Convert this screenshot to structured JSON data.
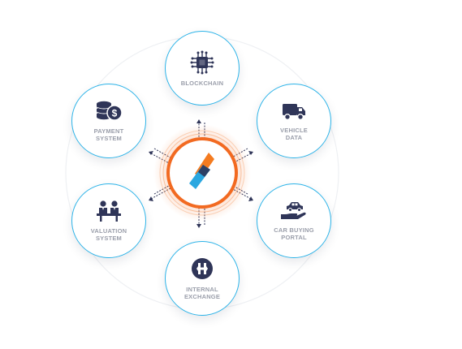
{
  "nodes": [
    {
      "id": "blockchain",
      "icon": "chip-icon",
      "lines": [
        "BLOCKCHAIN"
      ]
    },
    {
      "id": "vehicle-data",
      "icon": "truck-icon",
      "lines": [
        "VEHICLE",
        "DATA"
      ]
    },
    {
      "id": "car-buying-portal",
      "icon": "hand-car-icon",
      "lines": [
        "CAR BUYING",
        "PORTAL"
      ]
    },
    {
      "id": "internal-exchange",
      "icon": "exchange-logo-icon",
      "lines": [
        "INTERNAL",
        "EXCHANGE"
      ]
    },
    {
      "id": "valuation-system",
      "icon": "meeting-people-icon",
      "lines": [
        "VALUATION",
        "SYSTEM"
      ]
    },
    {
      "id": "payment-system",
      "icon": "coins-icon",
      "lines": [
        "PAYMENT",
        "SYSTEM"
      ]
    }
  ],
  "hub": {
    "icon": "lightning-logo-icon"
  },
  "colors": {
    "accent": "#2bb3e8",
    "hub_ring": "#f26a21",
    "icon_dark": "#2f3558",
    "label": "#9a9eaa",
    "logo_orange": "#f47b20",
    "logo_blue": "#2aa7e0"
  }
}
